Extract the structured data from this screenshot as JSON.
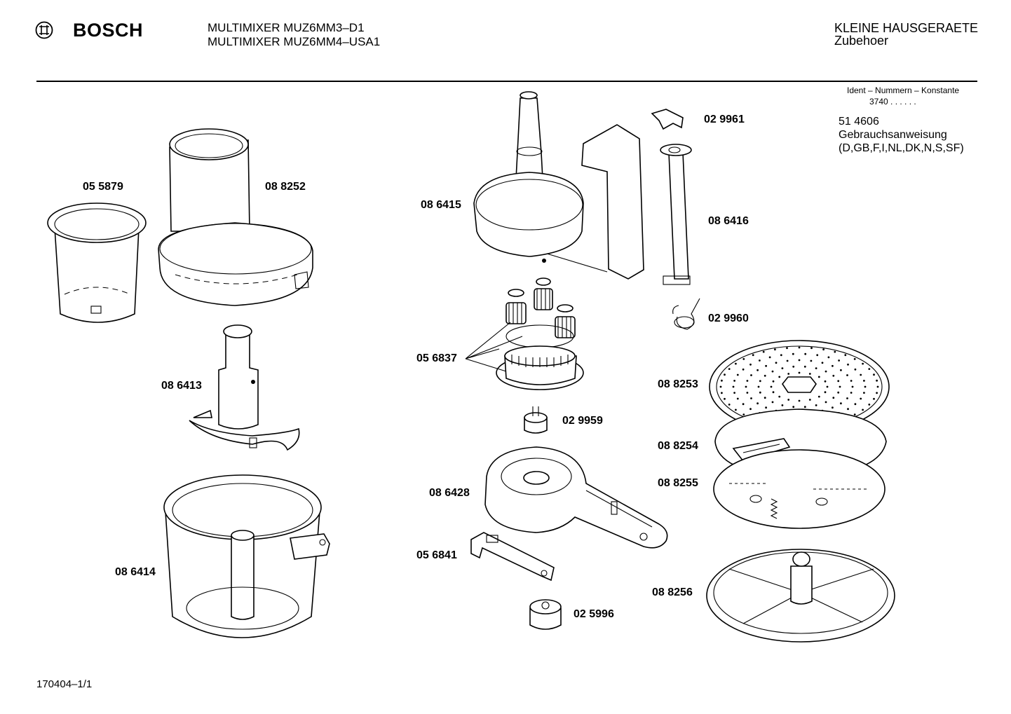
{
  "header": {
    "brand": "BOSCH",
    "logo_icon": "bosch-armature-logo",
    "models": [
      "MULTIMIXER MUZ6MM3–D1",
      "MULTIMIXER MUZ6MM4–USA1"
    ],
    "category": "KLEINE HAUSGERAETE",
    "subcategory": "Zubehoer"
  },
  "ident": {
    "heading": "Ident – Nummern – Konstante",
    "value": "3740  .  .  .  .  .  ."
  },
  "document": {
    "number": "51 4606",
    "title": "Gebrauchsanweisung",
    "languages": "(D,GB,F,I,NL,DK,N,S,SF)"
  },
  "parts": [
    {
      "id": "05 5879"
    },
    {
      "id": "08 8252"
    },
    {
      "id": "08 6413"
    },
    {
      "id": "08 6414"
    },
    {
      "id": "08 6415"
    },
    {
      "id": "05 6837"
    },
    {
      "id": "02 9959"
    },
    {
      "id": "08 6428"
    },
    {
      "id": "05 6841"
    },
    {
      "id": "02 5996"
    },
    {
      "id": "02 9961"
    },
    {
      "id": "08 6416"
    },
    {
      "id": "02 9960"
    },
    {
      "id": "08 8253"
    },
    {
      "id": "08 8254"
    },
    {
      "id": "08 8255"
    },
    {
      "id": "08 8256"
    }
  ],
  "footer": "170404–1/1"
}
